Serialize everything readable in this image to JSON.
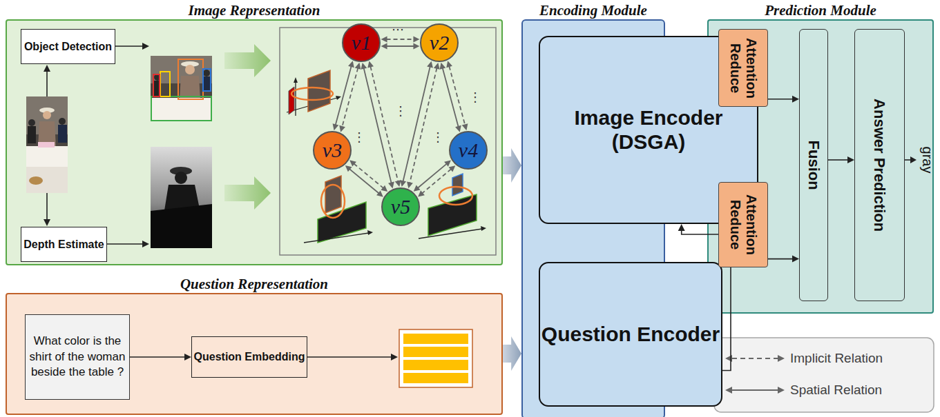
{
  "diagram": {
    "nodes": [
      {
        "text": [
          "Image Representation"
        ]
      },
      {
        "text": [
          "Object Detection"
        ],
        "in": 0
      },
      {
        "text": [
          "Depth Estimate"
        ],
        "in": 0
      },
      {
        "text": [
          "v1"
        ],
        "in": 0
      },
      {
        "text": [
          "v2"
        ],
        "in": 0
      },
      {
        "text": [
          "v3"
        ],
        "in": 0
      },
      {
        "text": [
          "v4"
        ],
        "in": 0
      },
      {
        "text": [
          "v5"
        ],
        "in": 0
      },
      {
        "text": [
          "Question Representation"
        ]
      },
      {
        "text": [
          "What color is the shirt of the woman beside the table ?"
        ],
        "in": 8
      },
      {
        "text": [
          "Question Embedding"
        ],
        "in": 8
      },
      {
        "text": [
          "Encoding Module"
        ]
      },
      {
        "text": [
          "Image Encoder (DSGA)"
        ],
        "in": 11
      },
      {
        "text": [
          "Question Encoder"
        ],
        "in": 11
      },
      {
        "text": [
          "Prediction Module"
        ]
      },
      {
        "text": [
          "Attention Reduce"
        ],
        "in": 14
      },
      {
        "text": [
          "Attention Reduce"
        ],
        "in": 14
      },
      {
        "text": [
          "Fusion"
        ],
        "in": 14
      },
      {
        "text": [
          "Answer Prediction"
        ],
        "in": 14
      }
    ],
    "edges": [
      {
        "from": 3,
        "to": 4,
        "arrow": "both"
      },
      {
        "from": 3,
        "to": 4,
        "arrow": "both"
      },
      {
        "from": 3,
        "to": 5,
        "arrow": "both"
      },
      {
        "from": 3,
        "to": 5,
        "arrow": "both"
      },
      {
        "from": 3,
        "to": 7,
        "arrow": "both"
      },
      {
        "from": 3,
        "to": 7,
        "arrow": "both"
      },
      {
        "from": 4,
        "to": 7,
        "arrow": "both"
      },
      {
        "from": 4,
        "to": 7,
        "arrow": "both"
      },
      {
        "from": 4,
        "to": 6,
        "arrow": "both"
      },
      {
        "from": 4,
        "to": 6,
        "arrow": "both"
      },
      {
        "from": 5,
        "to": 7,
        "arrow": "both"
      },
      {
        "from": 5,
        "to": 7,
        "arrow": "both"
      },
      {
        "from": 6,
        "to": 7,
        "arrow": "both"
      },
      {
        "from": 6,
        "to": 7,
        "arrow": "both"
      },
      {
        "from": 9,
        "to": 10,
        "arrow": "to"
      },
      {
        "from": 13,
        "to": 12,
        "arrow": "to"
      },
      {
        "from": 0,
        "to": 11,
        "arrow": "to"
      },
      {
        "from": 8,
        "to": 11,
        "arrow": "to"
      },
      {
        "from": 11,
        "to": 14,
        "arrow": "to"
      },
      {
        "from": 15,
        "to": 17,
        "arrow": "to"
      },
      {
        "from": 16,
        "to": 17,
        "arrow": "to"
      },
      {
        "from": 17,
        "to": 18,
        "arrow": "to"
      }
    ],
    "labels": [
      "⋯",
      "⋮",
      "⋮",
      "⋮",
      "⋮",
      "gray"
    ],
    "legend": [
      {
        "text": "Implicit Relation"
      },
      {
        "text": "Spatial Relation"
      }
    ]
  }
}
